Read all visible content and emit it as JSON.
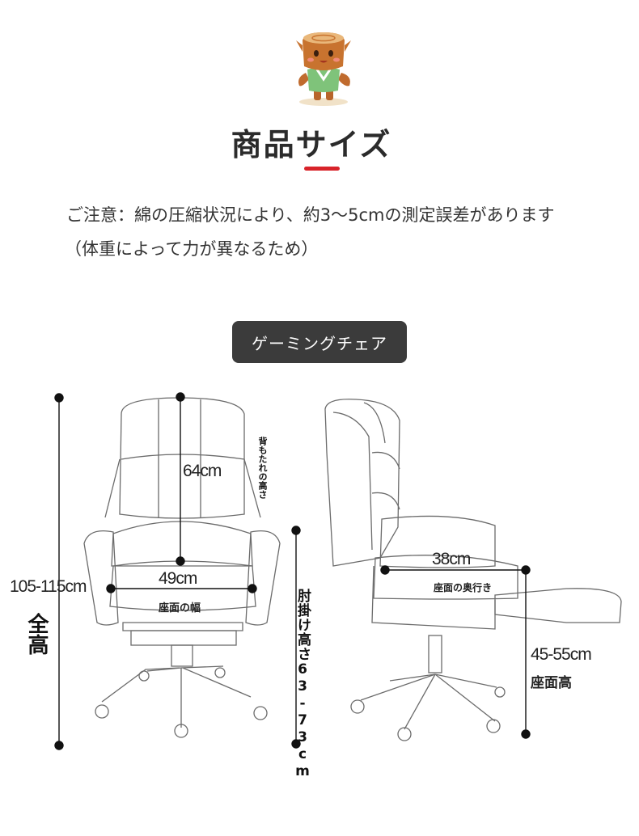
{
  "header": {
    "title": "商品サイズ",
    "accent_color": "#d8232a"
  },
  "notice": {
    "line1": "ご注意：綿の圧縮状況により、約3〜5cmの測定誤差があります",
    "line2": "（体重によって力が異なるため）"
  },
  "product_badge": "ゲーミングチェア",
  "dimensions": {
    "total_height_value": "105-115cm",
    "total_height_label": "全高",
    "backrest_height_value": "64cm",
    "backrest_height_label": "背もたれの高さ",
    "seat_width_value": "49cm",
    "seat_width_label": "座面の幅",
    "armrest_height_label": "肘掛け高さ63-73cm",
    "seat_depth_value": "38cm",
    "seat_depth_label": "座面の奥行き",
    "seat_height_value": "45-55cm",
    "seat_height_label": "座面高"
  },
  "icons": {
    "mascot": "tree-stump-mascot-icon"
  }
}
